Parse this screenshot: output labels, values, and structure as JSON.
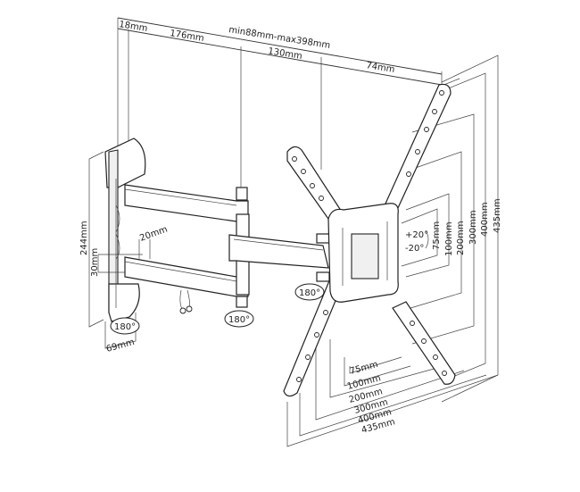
{
  "title": "Full-motion TV wall mount dimension drawing",
  "top_dimensions": {
    "wall_plate_depth": "18mm",
    "first_arm": "176mm",
    "extension_range": "min88mm-max398mm",
    "second_arm": "130mm",
    "head_depth": "74mm"
  },
  "wall_plate": {
    "height": "244mm",
    "width": "69mm",
    "arm_thickness": "30mm",
    "arm_gap": "20mm",
    "rotation": "180°"
  },
  "arm_joint_rotation": "180°",
  "head_rotation": "180°",
  "tilt": {
    "up": "+20°",
    "down": "-20°"
  },
  "vesa_vertical": [
    "75mm",
    "100mm",
    "200mm",
    "300mm",
    "400mm",
    "435mm"
  ],
  "vesa_horizontal": [
    "75mm",
    "100mm",
    "200mm",
    "300mm",
    "400mm",
    "435mm"
  ]
}
